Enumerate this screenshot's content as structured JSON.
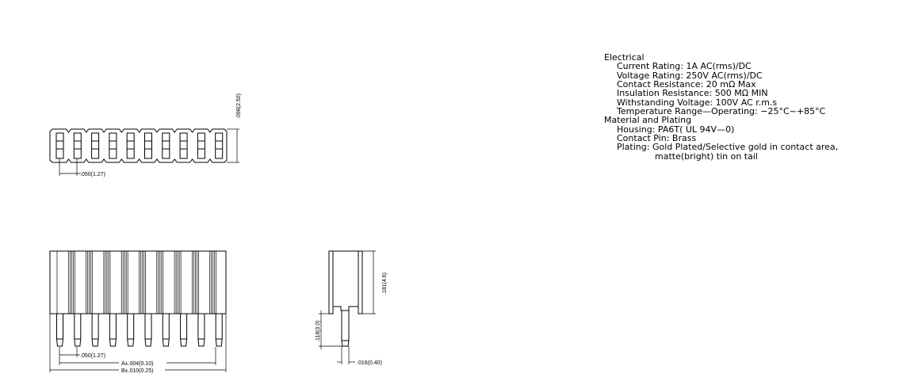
{
  "drawing": {
    "pin_count": 10,
    "top_view": {
      "pitch_label": ".050(1.27)",
      "height_label": ".098(2.50)"
    },
    "front_view": {
      "pitch_label": ".050(1.27)",
      "a_label": "A±.004(0.10)",
      "b_label": "B±.010(0.25)"
    },
    "side_view": {
      "body_height_label": ".181(4.6)",
      "tail_length_label": ".118(3.0)",
      "pin_width_label": ".016(0.40)"
    }
  },
  "specs": {
    "electrical_heading": "Electrical",
    "current": "Current Rating: 1A AC(rms)/DC",
    "voltage": "Voltage Rating: 250V AC(rms)/DC",
    "contact_resistance": "Contact Resistance: 20 mΩ Max",
    "insulation_resistance": "Insulation Resistance: 500 MΩ MIN",
    "withstanding": "Withstanding Voltage: 100V AC r.m.s",
    "temperature": "Temperature Range—Operating: −25°C~+85°C",
    "material_heading": "Material and Plating",
    "housing": "Housing: PA6T( UL 94V—0)",
    "contact_pin": "Contact Pin: Brass",
    "plating": "Plating: Gold Plated/Selective gold in contact area,",
    "plating_cont": "matte(bright) tin on tail"
  }
}
